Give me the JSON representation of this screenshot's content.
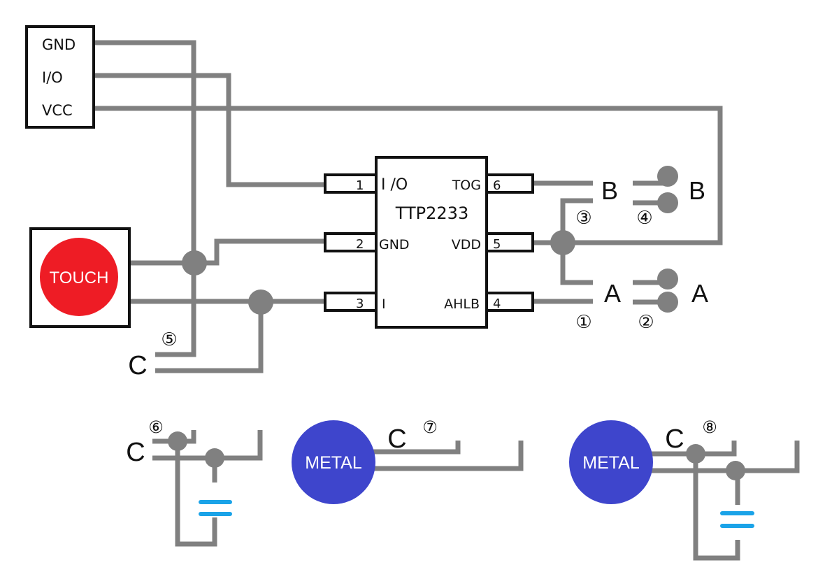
{
  "colors": {
    "wire": "#808080",
    "outline": "#111111",
    "touch": "#ee1c25",
    "metal": "#3e45cc",
    "capacitor": "#1aa3e8"
  },
  "connector": {
    "pins": [
      "GND",
      "I/O",
      "VCC"
    ]
  },
  "chip": {
    "name": "TTP2233",
    "pins": [
      {
        "num": "1",
        "label": "I /O"
      },
      {
        "num": "2",
        "label": "GND"
      },
      {
        "num": "3",
        "label": "I"
      },
      {
        "num": "6",
        "label": "TOG"
      },
      {
        "num": "5",
        "label": "VDD"
      },
      {
        "num": "4",
        "label": "AHLB"
      }
    ]
  },
  "touch_pad": {
    "label": "TOUCH"
  },
  "jumpers": {
    "b_left": "B",
    "b_right": "B",
    "a_left": "A",
    "a_right": "A",
    "n1": "①",
    "n2": "②",
    "n3": "③",
    "n4": "④",
    "n5": "⑤",
    "n6": "⑥",
    "n7": "⑦",
    "n8": "⑧"
  },
  "c_labels": {
    "c_main": "C",
    "c6": "C",
    "c7": "C",
    "c8": "C"
  },
  "metal_pads": {
    "left": "METAL",
    "right": "METAL"
  }
}
